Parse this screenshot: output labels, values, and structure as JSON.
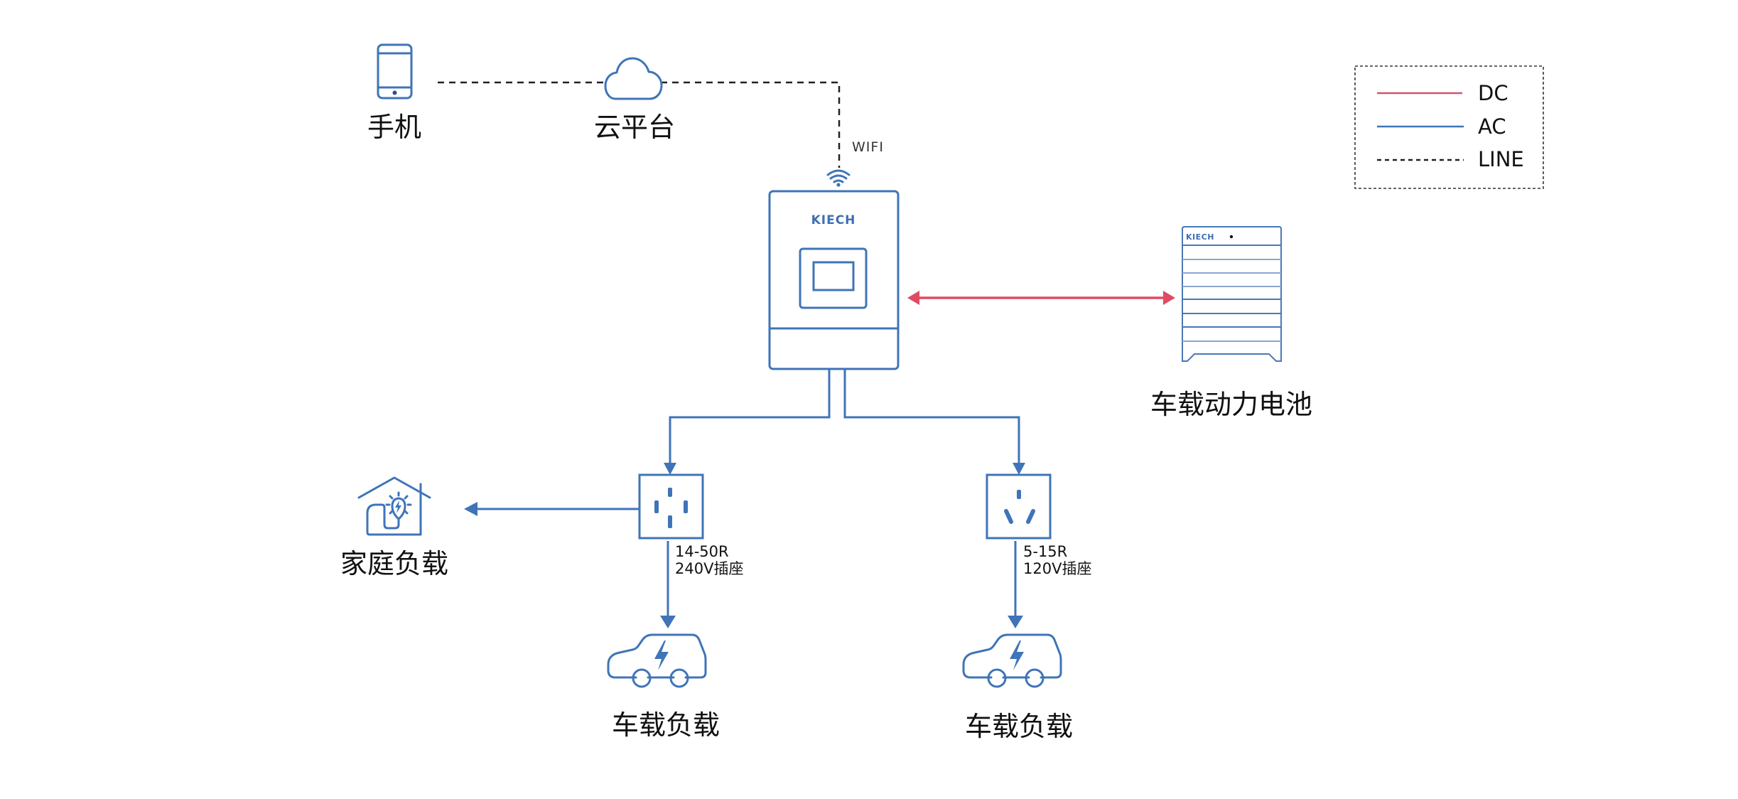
{
  "colors": {
    "ac": "#3f74b8",
    "dc": "#e04a62",
    "line": "#222222",
    "text": "#111111"
  },
  "nodes": {
    "phone": {
      "label": "手机",
      "icon": "smartphone-icon"
    },
    "cloud": {
      "label": "云平台",
      "icon": "cloud-icon"
    },
    "wifi": {
      "label": "WIFI",
      "icon": "wifi-icon"
    },
    "inverter": {
      "brand": "KIECH",
      "icon": "inverter-icon"
    },
    "battery": {
      "label": "车载动力电池",
      "brand": "KIECH",
      "icon": "battery-rack-icon"
    },
    "home_load": {
      "label": "家庭负载",
      "icon": "house-bulb-icon"
    },
    "socket_240": {
      "line1": "14-50R",
      "line2": "240V插座",
      "icon": "socket-4pin-icon"
    },
    "socket_120": {
      "line1": "5-15R",
      "line2": "120V插座",
      "icon": "socket-3pin-icon"
    },
    "car_load_1": {
      "label": "车载负载",
      "icon": "ev-car-icon"
    },
    "car_load_2": {
      "label": "车载负载",
      "icon": "ev-car-icon"
    }
  },
  "legend": {
    "items": [
      {
        "label": "DC",
        "style": "solid",
        "color": "#e04a62"
      },
      {
        "label": "AC",
        "style": "solid",
        "color": "#3f74b8"
      },
      {
        "label": "LINE",
        "style": "dashed",
        "color": "#222222"
      }
    ]
  },
  "connections": [
    {
      "from": "phone",
      "to": "cloud",
      "type": "LINE"
    },
    {
      "from": "cloud",
      "to": "inverter",
      "type": "LINE",
      "via": "WIFI"
    },
    {
      "from": "inverter",
      "to": "battery",
      "type": "DC",
      "direction": "bidirectional"
    },
    {
      "from": "inverter",
      "to": "socket_240",
      "type": "AC"
    },
    {
      "from": "inverter",
      "to": "socket_120",
      "type": "AC"
    },
    {
      "from": "socket_240",
      "to": "home_load",
      "type": "AC"
    },
    {
      "from": "socket_240",
      "to": "car_load_1",
      "type": "AC"
    },
    {
      "from": "socket_120",
      "to": "car_load_2",
      "type": "AC"
    }
  ]
}
